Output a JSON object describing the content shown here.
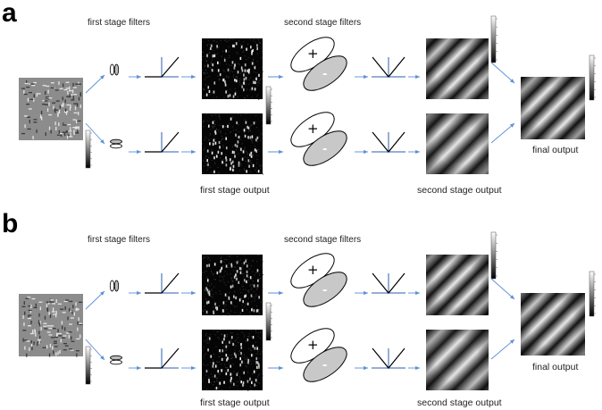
{
  "panels": [
    {
      "label": "a",
      "captions": {
        "first_stage_filters": "first stage filters",
        "second_stage_filters": "second stage filters",
        "first_stage_output": "first stage output",
        "second_stage_output": "second stage output",
        "final_output": "final output"
      },
      "signs": {
        "plus": "+",
        "minus": "-"
      }
    },
    {
      "label": "b",
      "captions": {
        "first_stage_filters": "first stage filters",
        "second_stage_filters": "second stage filters",
        "first_stage_output": "first stage output",
        "second_stage_output": "second stage output",
        "final_output": "final output"
      },
      "signs": {
        "plus": "+",
        "minus": "-"
      }
    }
  ],
  "colors": {
    "arrow": "#5b8fd6",
    "axis": "#2e5ea8",
    "ellipse_fill_negative": "#c8c8c8",
    "stimulus_gray": "#8c8c8c"
  }
}
